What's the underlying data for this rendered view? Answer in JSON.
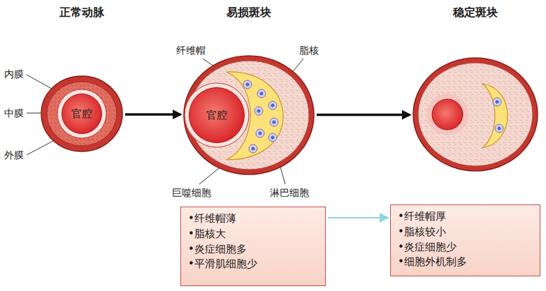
{
  "diagram": {
    "nodes": [
      {
        "text": [
          "正常动脉"
        ]
      },
      {
        "text": [
          "官腔"
        ],
        "in": 0
      },
      {
        "text": [
          "易损斑块"
        ]
      },
      {
        "text": [
          "官腔"
        ],
        "in": 2
      },
      {
        "text": [
          "稳定斑块"
        ]
      },
      {
        "text": [
          "•纤维帽薄",
          "•脂核大",
          "•炎症细胞多",
          "•平滑肌细胞少"
        ]
      },
      {
        "text": [
          "•纤维帽厚",
          "•脂核较小",
          "•炎症细胞少",
          "•细胞外机制多"
        ]
      }
    ],
    "edges": [
      {
        "from": 0,
        "to": 2,
        "arrow": "to"
      },
      {
        "from": 2,
        "to": 4,
        "arrow": "to"
      },
      {
        "from": 5,
        "to": 6,
        "arrow": "to"
      }
    ],
    "labels": [
      "内膜",
      "中膜",
      "外膜",
      "纤维帽",
      "脂核",
      "巨噬细胞",
      "淋巴细胞"
    ]
  }
}
